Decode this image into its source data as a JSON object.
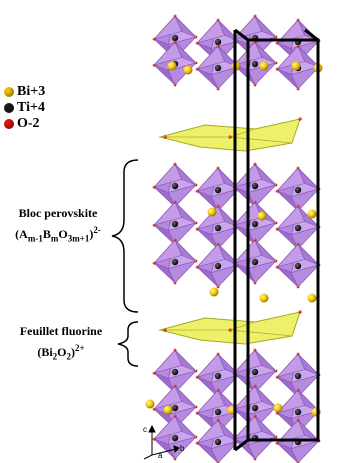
{
  "legend": [
    {
      "label": "Bi+3",
      "color": "#f2c200"
    },
    {
      "label": "Ti+4",
      "color": "#1a1a1a"
    },
    {
      "label": "O-2",
      "color": "#e01010"
    }
  ],
  "perovskite": {
    "line1": "Bloc perovskite",
    "formula": {
      "a_open": "(A",
      "a_sub": "m-1",
      "b": "B",
      "b_sub": "m",
      "o": "O",
      "o_sub": "3m+1",
      "close": ")",
      "sup": "2-"
    }
  },
  "fluorine": {
    "line1": "Feuillet fluorine",
    "formula": {
      "open": "(Bi",
      "bi_sub": "2",
      "o": "O",
      "o_sub": "2",
      "close": ")",
      "sup": "2+"
    }
  },
  "axes": {
    "c": "c",
    "a": "a",
    "b": "b"
  },
  "colors": {
    "octahedron": "#c39be6",
    "octahedron_dark": "#8b58b9",
    "sheet": "#eef06a",
    "bismuth": "#f2c200"
  }
}
